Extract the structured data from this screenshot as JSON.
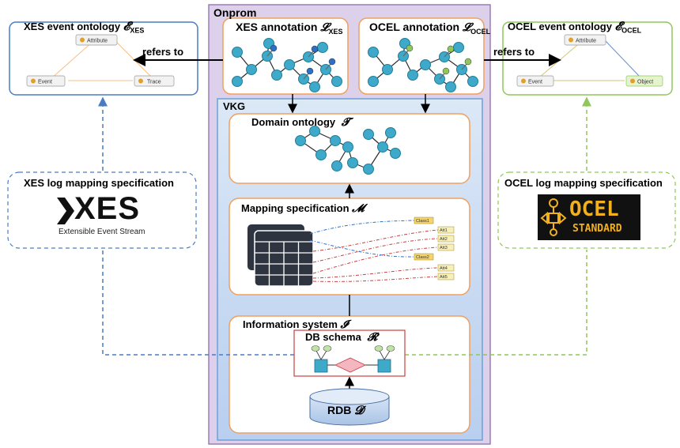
{
  "onprom": {
    "title": "Onprom"
  },
  "vkg": {
    "title": "VKG"
  },
  "xes_annotation": {
    "title": "XES annotation",
    "symbol": "𝓛",
    "sub": "XES"
  },
  "ocel_annotation": {
    "title": "OCEL annotation",
    "symbol": "𝓛",
    "sub": "OCEL"
  },
  "xes_ontology": {
    "title": "XES event ontology",
    "symbol": "𝓔",
    "sub": "XES",
    "nodes": [
      "Attribute",
      "Event",
      "Trace"
    ]
  },
  "ocel_ontology": {
    "title": "OCEL event ontology",
    "symbol": "𝓔",
    "sub": "OCEL",
    "nodes": [
      "Attribute",
      "Event",
      "Object"
    ]
  },
  "refers_left": "refers to",
  "refers_right": "refers to",
  "domain_ontology": {
    "title": "Domain ontology",
    "symbol": "𝓣"
  },
  "mapping_spec": {
    "title": "Mapping specification",
    "symbol": "𝓜",
    "classes": [
      "Class1",
      "Class2"
    ],
    "attrs": [
      "Att1",
      "Att2",
      "Att3",
      "Att4",
      "Att5"
    ]
  },
  "info_system": {
    "title": "Information system",
    "symbol": "𝓘"
  },
  "db_schema": {
    "title": "DB schema",
    "symbol": "𝓡"
  },
  "rdb": {
    "title": "RDB",
    "symbol": "𝓓"
  },
  "xes_log_mapping": {
    "title": "XES log mapping specification",
    "logo_text": "XES",
    "logo_caption": "Extensible Event Stream"
  },
  "ocel_log_mapping": {
    "title": "OCEL log mapping specification",
    "logo_text": "OCEL",
    "logo_caption": "STANDARD"
  },
  "colors": {
    "onprom_bg": "#ddd0ea",
    "onprom_border": "#9b7fb6",
    "vkg_bg": "#cfe0f4",
    "vkg_border": "#6f9fd4",
    "orange": "#f0a060",
    "node_blue": "#3fa9c9",
    "xes_blue": "#4a7cc4",
    "ocel_green": "#8fc75a",
    "db_red": "#c94040"
  }
}
